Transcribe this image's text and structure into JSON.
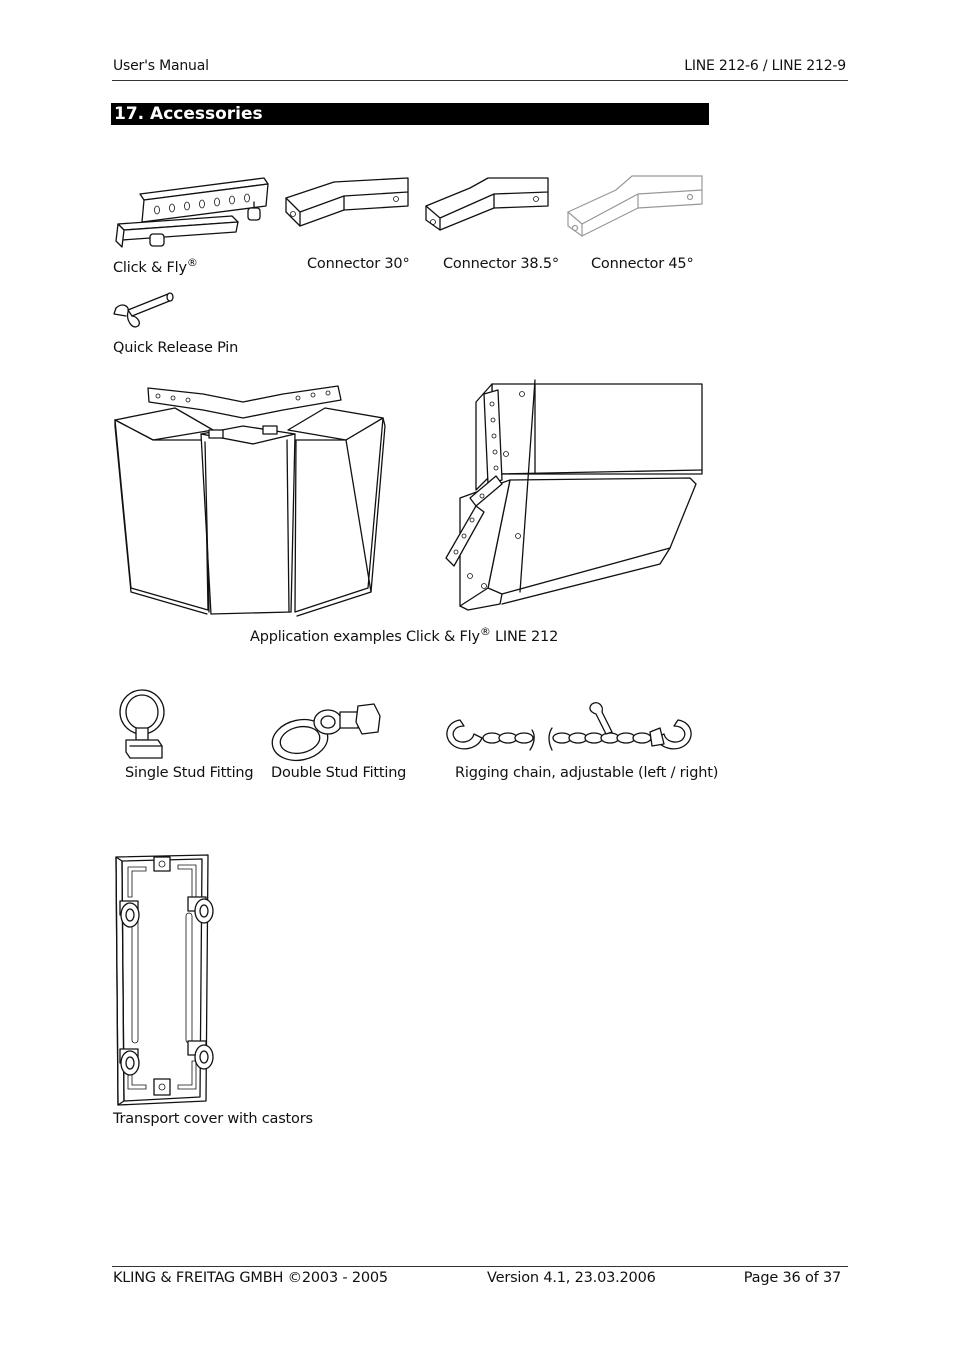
{
  "header": {
    "left": "User's Manual",
    "right": "LINE 212-6 / LINE 212-9"
  },
  "section": {
    "title": "17. Accessories"
  },
  "items": {
    "click_fly": {
      "label": "Click & Fly",
      "sup": "®"
    },
    "connector_30": {
      "label": "Connector 30°"
    },
    "connector_38": {
      "label": "Connector 38.5°"
    },
    "connector_45": {
      "label": "Connector 45°"
    },
    "quick_release_pin": {
      "label": "Quick Release Pin"
    },
    "application": {
      "label_a": "Application examples Click & Fly",
      "sup": "®",
      "label_b": " LINE 212"
    },
    "single_stud": {
      "label": "Single Stud Fitting"
    },
    "double_stud": {
      "label": "Double Stud Fitting"
    },
    "rigging_chain": {
      "label": "Rigging chain, adjustable (left / right)"
    },
    "transport_cover": {
      "label": "Transport cover with castors"
    }
  },
  "footer": {
    "left": "KLING & FREITAG GMBH ©2003 - 2005",
    "center": "Version 4.1, 23.03.2006",
    "right": "Page 36 of 37"
  }
}
